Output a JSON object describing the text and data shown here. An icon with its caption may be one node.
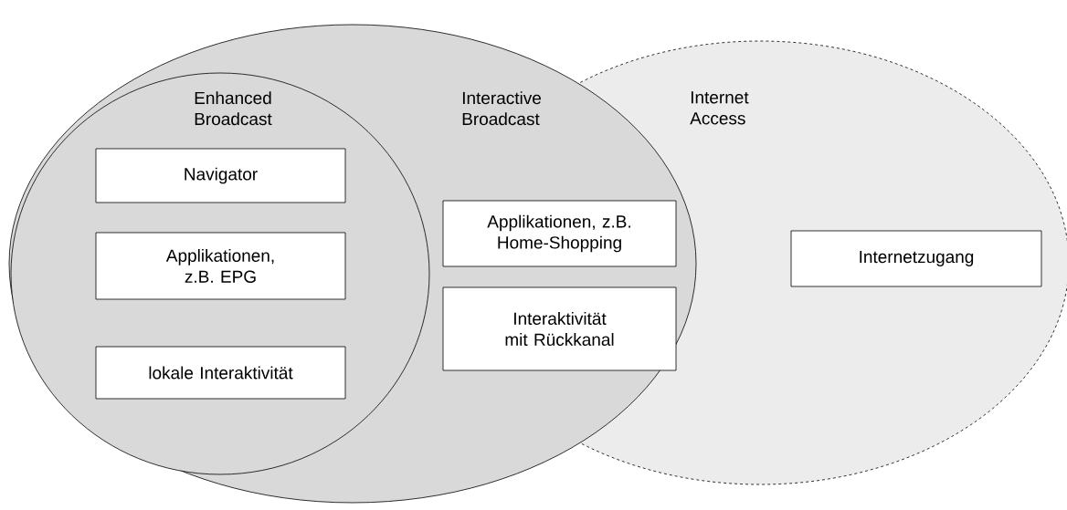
{
  "diagram": {
    "nodes": [
      {
        "text": [
          "Internet Access"
        ]
      },
      {
        "text": [
          "Interactive Broadcast"
        ]
      },
      {
        "text": [
          "Enhanced Broadcast"
        ],
        "in": 1
      },
      {
        "text": [
          "Navigator"
        ],
        "in": 2
      },
      {
        "text": [
          "Applikationen, z.B. EPG"
        ],
        "in": 2
      },
      {
        "text": [
          "lokale Interaktivität"
        ],
        "in": 2
      },
      {
        "text": [
          "Applikationen, z.B. Home-Shopping"
        ]
      },
      {
        "text": [
          "Interaktivität mit Rückkanal"
        ]
      },
      {
        "text": [
          "Internetzugang"
        ],
        "in": 0
      }
    ]
  }
}
